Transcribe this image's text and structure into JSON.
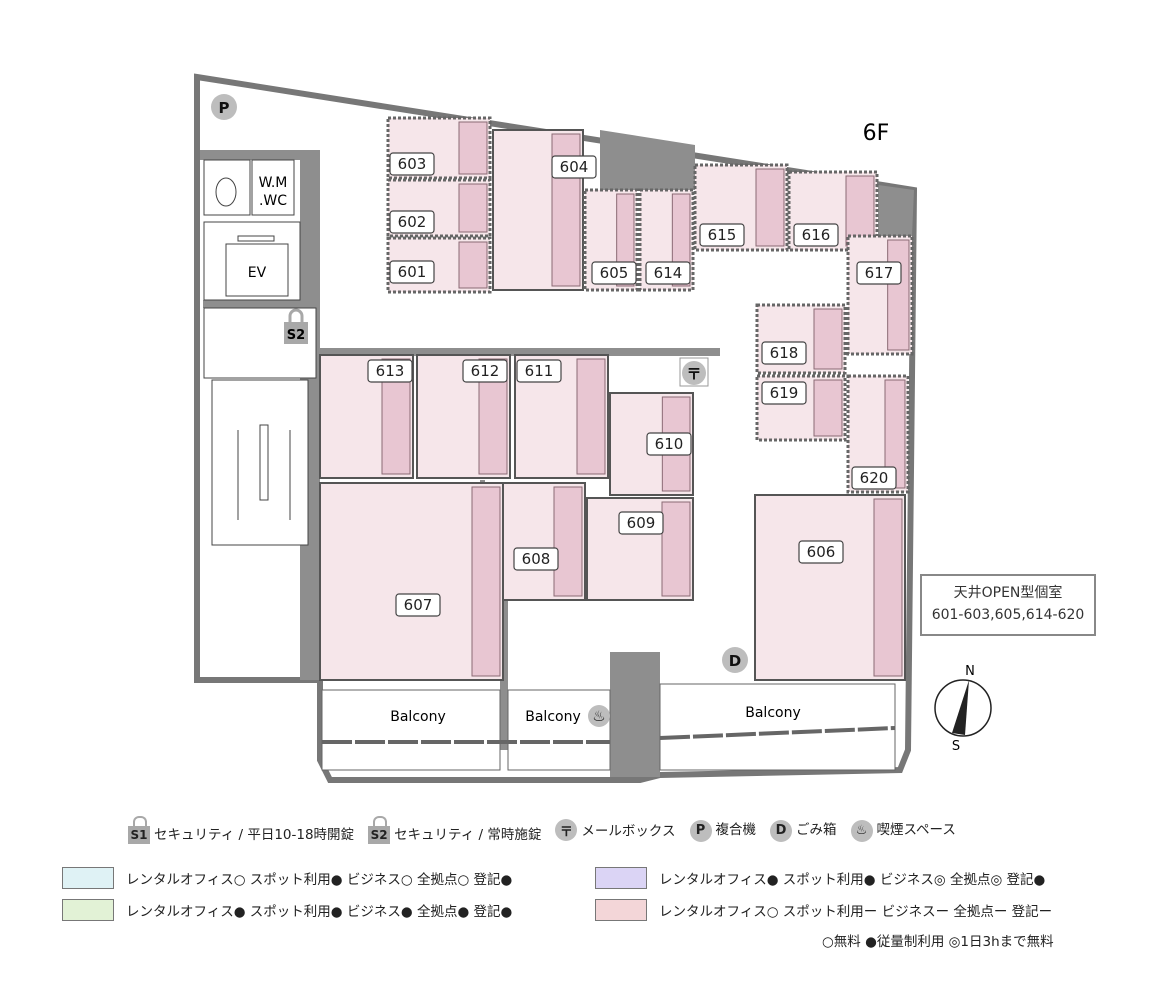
{
  "floor": "6F",
  "utility": {
    "wm_wc_line1": "W.M",
    "wm_wc_line2": ".WC",
    "ev": "EV",
    "s2": "S2",
    "p": "P",
    "d": "D",
    "mailbox": "〒"
  },
  "rooms": {
    "r601": "601",
    "r602": "602",
    "r603": "603",
    "r604": "604",
    "r605": "605",
    "r606": "606",
    "r607": "607",
    "r608": "608",
    "r609": "609",
    "r610": "610",
    "r611": "611",
    "r612": "612",
    "r613": "613",
    "r614": "614",
    "r615": "615",
    "r616": "616",
    "r617": "617",
    "r618": "618",
    "r619": "619",
    "r620": "620"
  },
  "balconies": [
    "Balcony",
    "Balcony",
    "Balcony"
  ],
  "info_box": {
    "title": "天井OPEN型個室",
    "rooms": "601-603,605,614-620"
  },
  "compass": {
    "n": "N",
    "s": "S"
  },
  "icon_legend": [
    {
      "icon": "S1",
      "label": "セキュリティ / 平日10-18時開錠"
    },
    {
      "icon": "S2",
      "label": "セキュリティ / 常時施錠"
    },
    {
      "icon": "〒",
      "label": "メールボックス"
    },
    {
      "icon": "P",
      "label": "複合機"
    },
    {
      "icon": "D",
      "label": "ごみ箱"
    },
    {
      "icon": "smoking",
      "label": "喫煙スペース"
    }
  ],
  "color_legend": [
    {
      "color": "#dff2f5",
      "label": "レンタルオフィス○ スポット利用● ビジネス○ 全拠点○ 登記●"
    },
    {
      "color": "#dbd4f5",
      "label": "レンタルオフィス● スポット利用● ビジネス◎ 全拠点◎ 登記●"
    },
    {
      "color": "#e2f2d6",
      "label": "レンタルオフィス● スポット利用● ビジネス● 全拠点● 登記●"
    },
    {
      "color": "#f3d6d8",
      "label": "レンタルオフィス○ スポット利用ー ビジネスー 全拠点ー 登記ー"
    }
  ],
  "key_note": "○無料 ●従量制利用 ◎1日3hまで無料"
}
